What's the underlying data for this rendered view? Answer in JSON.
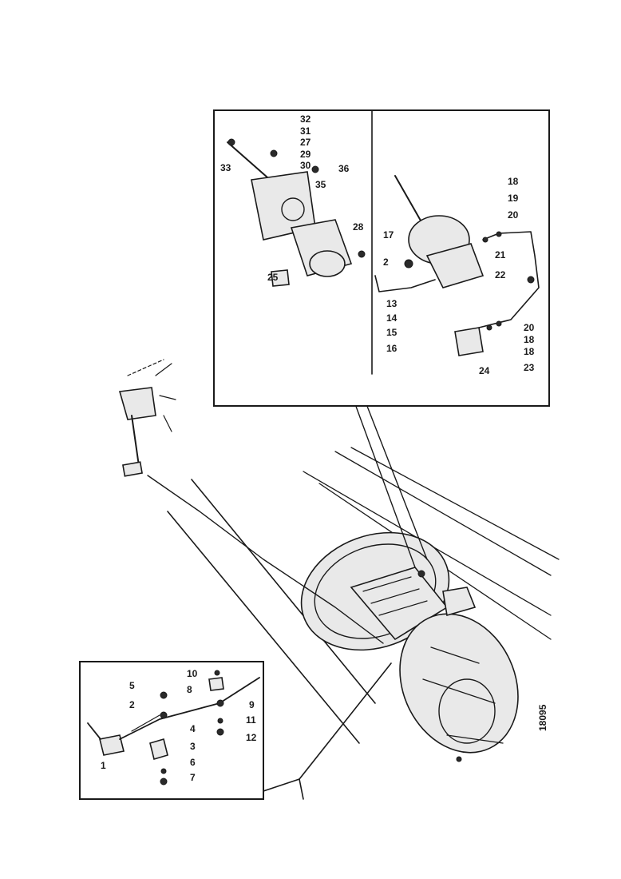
{
  "diagram": {
    "code": "18095",
    "detail_top_left_labels": [
      "32",
      "31",
      "27",
      "29",
      "33",
      "30",
      "36",
      "35",
      "28",
      "25"
    ],
    "detail_top_right_labels": [
      "18",
      "19",
      "20",
      "17",
      "2",
      "21",
      "22",
      "13",
      "14",
      "15",
      "16",
      "20",
      "18",
      "18",
      "23",
      "24"
    ],
    "detail_bottom_labels": [
      "10",
      "5",
      "8",
      "2",
      "9",
      "4",
      "3",
      "6",
      "7",
      "11",
      "12",
      "1"
    ]
  }
}
